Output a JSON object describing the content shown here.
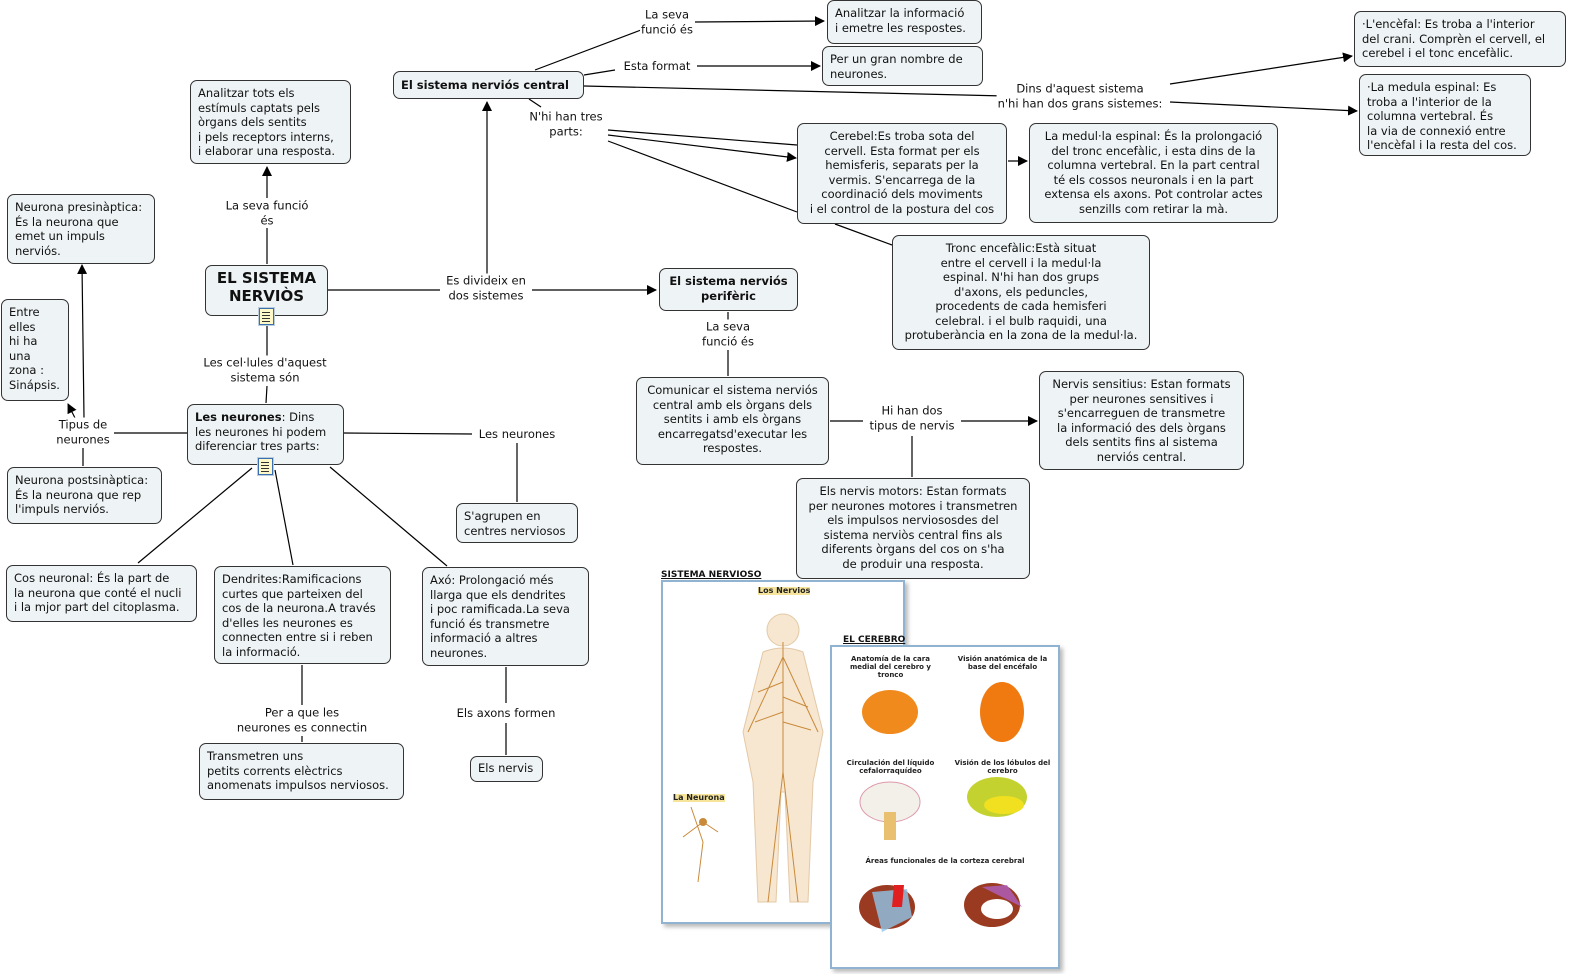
{
  "root": {
    "title": "EL SISTEMA\nNERVIÒS",
    "icon": "document-icon"
  },
  "nodes": {
    "funcio_general": "Analitzar tots els\nestímuls captats pels\nòrgans dels sentits\ni pels receptors interns,\ni elaborar una resposta.",
    "presinaptica": "Neurona presinàptica:\nÉs la neurona que\n emet un impuls\n nerviós.",
    "sinapsis": "Entre\nelles\nhi ha\nuna\nzona :\nSinápsis.",
    "postsinaptica": "Neurona postsinàptica:\nÉs la neurona que rep\nl'impuls nerviós.",
    "neurones_bold": "Les neurones",
    "neurones_rest": ": Dins\nles neurones hi podem\ndiferenciar tres parts:",
    "neurones_icon": "document-icon",
    "cos_neuronal": "Cos neuronal: És la part de\nla neurona que conté el nucli\ni la mjor part del citoplasma.",
    "dendrites": "Dendrites:Ramificacions\ncurtes que parteixen del\ncos de la neurona.A través\nd'elles les neurones es\nconnecten entre si i reben\nla informació.",
    "axo": "Axó: Prolongació més\nllarga que els dendrites\ni poc ramificada.La seva\nfunció és transmetre\ninformació a altres\nneurones.",
    "agrupen": "S'agrupen en\ncentres nerviosos",
    "transmetren": "Transmetren uns\npetits corrents elèctrics\nanomenats impulsos nerviosos.",
    "nervis": "Els nervis",
    "snc": "El sistema nerviós central",
    "analitzar": "Analitzar la informació\ni emetre les respostes.",
    "gran_nombre": "Per un gran nombre de\nneurones.",
    "encefal": "·L'encèfal: Es troba a l'interior\ndel crani. Comprèn el cervell, el\ncerebel i el tonc encefàlic.",
    "medula_right": "·La medula espinal: Es\ntroba a l'interior de la\ncolumna vertebral. És\nla via de connexió entre\nl'encèfal i la resta del cos.",
    "cerebel": "Cerebel:Es troba sota del\ncervell. Esta format per els\nhemisferis, separats per la\nvermis. S'encarrega de la\ncoordinació dels moviments\ni el control de la postura del cos",
    "medulla": "La medul·la espinal: És la prolongació\ndel tronc encefàlic, i esta dins de la\ncolumna vertebral. En la part central\nté els cossos neuronals i en la part\nextensa els axons. Pot controlar actes\nsenzills com retirar la mà.",
    "tronc": "Tronc encefàlic:Està situat\nentre el cervell i la medul·la\nespinal. N'hi han dos grups\nd'axons, els peduncles,\nprocedents de cada hemisferi\ncelebral. i el bulb raquidi, una\nprotuberància en la zona de la medul·la.",
    "snp": "El sistema nerviós\nperifèric",
    "comunicar": "Comunicar el sistema nerviós\ncentral amb els òrgans dels\nsentits i amb els òrgans\nencarregatsd'executar les\nrespostes.",
    "sensitius": "Nervis sensitius: Estan formats\nper neurones sensitives i\ns'encarreguen de transmetre\nla informació des dels òrgans\ndels sentits fins al sistema\nnerviós central.",
    "motors": "Els nervis motors: Estan formats\nper neurones motores i transmetren\nels impulsos nerviososdes del\nsistema nerviòs central fins als\ndiferents òrgans del cos on s'ha\nde produir una resposta."
  },
  "links": {
    "snc_funcio": "La seva\nfunció és",
    "snc_format": "Esta format",
    "snc_dins": "Dins d'aquest sistema\nn'hi han dos grans sistemes:",
    "snc_parts": "N'hi han tres\nparts:",
    "root_funcio": "La seva funció\nés",
    "root_divideix": "Es divideix en\ndos sistemes",
    "root_cellules": "Les cel·lules d'aquest\nsistema són",
    "tipus": "Tipus de\nneurones",
    "les_neurones": "Les neurones",
    "snp_funcio": "La seva\nfunció és",
    "dos_tipus": "Hi han dos\ntipus de nervis",
    "per_a_que": "Per a que les\nneurones es connectin",
    "axons_formen": "Els axons formen"
  },
  "images": {
    "nervioso": {
      "title": "SISTEMA NERVIOSO",
      "heading1": "Los Nervios",
      "heading2": "La Neurona"
    },
    "cerebro": {
      "title": "EL CEREBRO",
      "panels": [
        "Anatomía de la cara medial\ndel cerebro y tronco",
        "Visión anatómica\nde la base del encéfalo",
        "Circulación del líquido\ncefalorraquídeo",
        "Visión de los lóbulos\ndel cerebro",
        "Áreas funcionales de la corteza cerebral"
      ]
    }
  },
  "colors": {
    "node_bg": "#eef3f5",
    "border": "#333333",
    "nerve": "#c98a3a",
    "brain": "#f08a1c"
  }
}
